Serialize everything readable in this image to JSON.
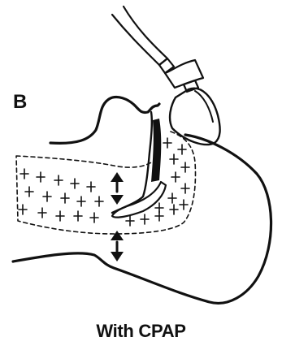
{
  "figure": {
    "panel_letter": "B",
    "caption": "With CPAP"
  },
  "colors": {
    "ink": "#111111",
    "background": "#ffffff"
  },
  "icons": {
    "pressure_marker": "plus-sign",
    "airway_motion": "double-headed-arrow"
  }
}
